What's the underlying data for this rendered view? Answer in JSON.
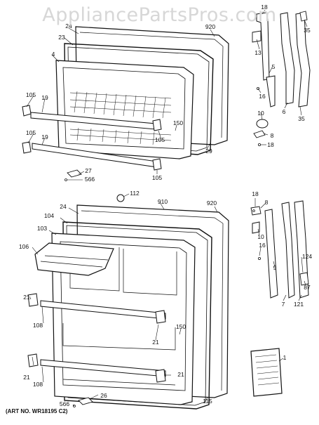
{
  "watermark": "AppliancePartsPros.com",
  "art_number": "(ART NO. WR18195 C2)",
  "callouts": {
    "top": [
      "18",
      "35",
      "920",
      "24",
      "23",
      "13",
      "4",
      "5",
      "16",
      "105",
      "19",
      "6",
      "10",
      "150",
      "8",
      "105",
      "19",
      "105",
      "29",
      "18",
      "35",
      "27",
      "566",
      "105"
    ],
    "bottom": [
      "112",
      "910",
      "920",
      "18",
      "8",
      "24",
      "104",
      "103",
      "106",
      "10",
      "16",
      "124",
      "9",
      "21",
      "87",
      "150",
      "121",
      "7",
      "108",
      "21",
      "1",
      "21",
      "108",
      "21",
      "566",
      "26",
      "115"
    ]
  }
}
